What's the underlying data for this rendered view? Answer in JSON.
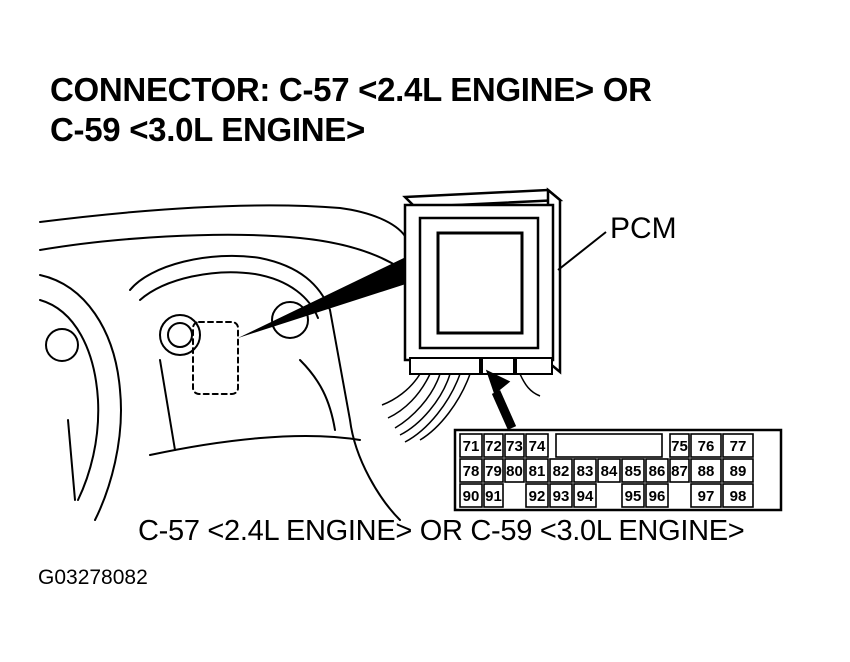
{
  "title": {
    "line1": "CONNECTOR: C-57 <2.4L ENGINE> OR",
    "line2": "C-59 <3.0L ENGINE>"
  },
  "pcm_label": "PCM",
  "caption": "C-57 <2.4L ENGINE> OR C-59 <3.0L ENGINE>",
  "figure_id": "G03278082",
  "connector": {
    "rows": [
      [
        "71",
        "72",
        "73",
        "74",
        "",
        "",
        "",
        "",
        "",
        "75",
        "76",
        "77"
      ],
      [
        "78",
        "79",
        "80",
        "81",
        "82",
        "83",
        "84",
        "85",
        "86",
        "87",
        "88",
        "89"
      ],
      [
        "90",
        "91",
        "",
        "92",
        "93",
        "94",
        "",
        "95",
        "96",
        "",
        "97",
        "98"
      ]
    ]
  }
}
